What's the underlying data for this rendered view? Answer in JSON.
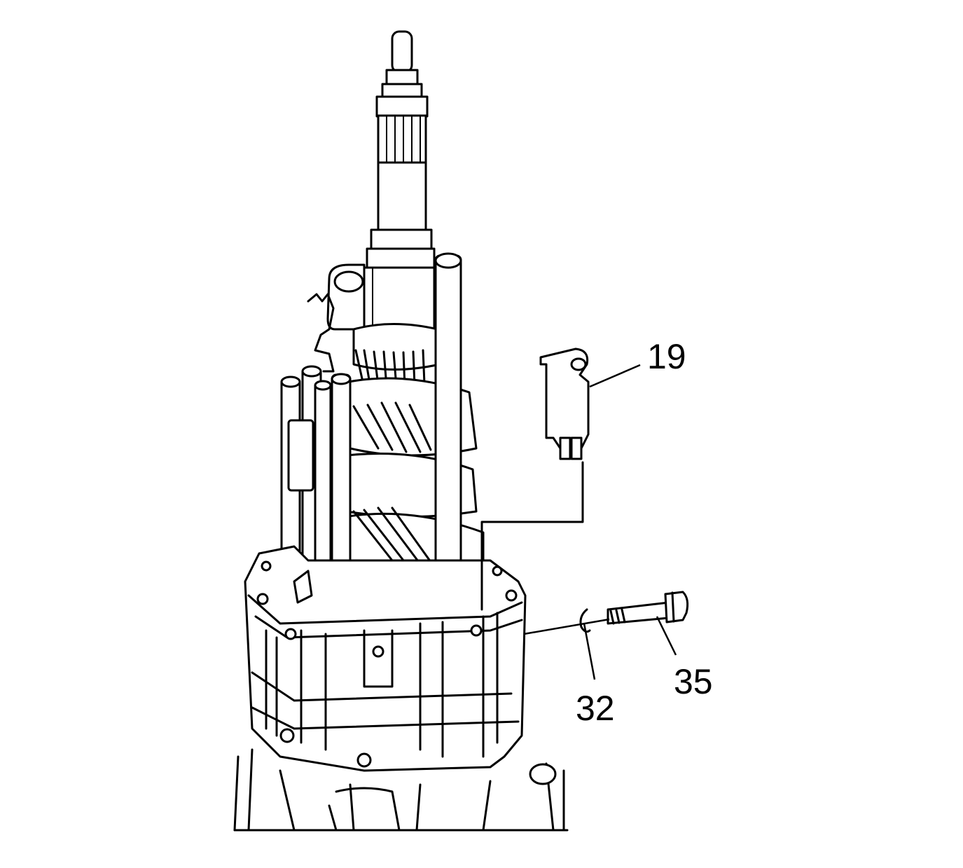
{
  "callouts": [
    {
      "id": "19",
      "label": "19"
    },
    {
      "id": "32",
      "label": "32"
    },
    {
      "id": "35",
      "label": "35"
    }
  ],
  "icons": {
    "diagram": "transmission-mainshaft-assembly-icon",
    "sensor": "speed-sensor-icon",
    "washer": "snap-washer-icon",
    "bolt": "bolt-icon"
  },
  "colors": {
    "line": "#000000",
    "background": "#ffffff"
  }
}
